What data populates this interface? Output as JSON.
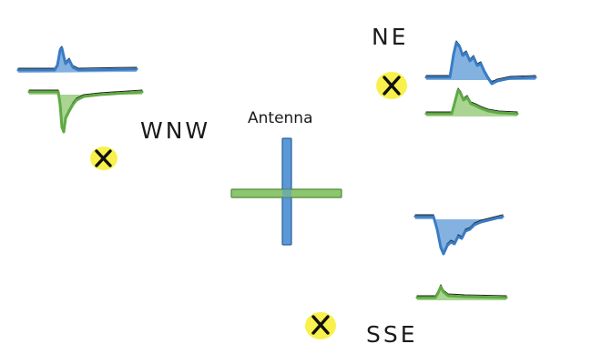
{
  "labels": {
    "nw": "WNW",
    "ne": "NE",
    "se": "SSE",
    "antenna": "Antenna"
  },
  "colors": {
    "blue_signal": "#3a7cc4",
    "green_signal": "#5faa43",
    "highlight": "#f7f03a",
    "ink": "#111111"
  },
  "icons": {
    "source": "x-mark-icon",
    "antenna": "cross-antenna-icon"
  }
}
